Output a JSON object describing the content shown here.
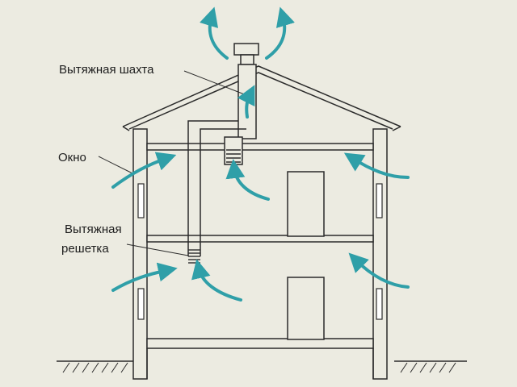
{
  "labels": {
    "exhaust_shaft": "Вытяжная шахта",
    "window": "Окно",
    "exhaust_grille_line1": "Вытяжная",
    "exhaust_grille_line2": "решетка"
  },
  "colors": {
    "background": "#ecebe1",
    "line": "#2b2b2b",
    "arrow": "#2f9fa8"
  }
}
